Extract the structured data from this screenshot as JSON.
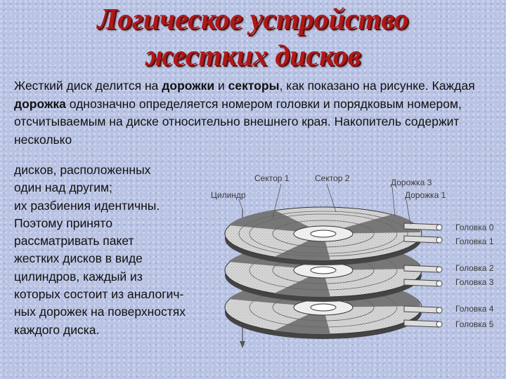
{
  "title": {
    "line1": "Логическое  устройство",
    "line2": "жестких  дисков"
  },
  "paragraph": {
    "p1": "Жесткий диск делится на ",
    "b1": "дорожки",
    "p2": " и ",
    "b2": "секторы",
    "p3": ", как показано на рисунке. Каждая ",
    "b3": "дорожка",
    "p4": " однозначно определяется номером головки и порядковым номером, отсчитываемым  на диске относительно внешнего края. Накопитель содержит несколько"
  },
  "side_lines": [
    "дисков, расположенных",
    "один над другим;",
    "их разбиения идентичны.",
    "Поэтому принято",
    "рассматривать пакет",
    "жестких дисков в виде",
    "цилиндров, каждый из",
    "которых состоит из аналогич-",
    "ных дорожек на поверхностях",
    "каждого диска."
  ],
  "figure": {
    "labels": {
      "sector1": "Сектор 1",
      "sector2": "Сектор 2",
      "cylinder": "Цилиндр",
      "track3": "Дорожка 3",
      "track1": "Дорожка 1"
    },
    "heads": [
      "Головка 0",
      "Головка 1",
      "Головка 2",
      "Головка 3",
      "Головка 4",
      "Головка 5"
    ]
  }
}
